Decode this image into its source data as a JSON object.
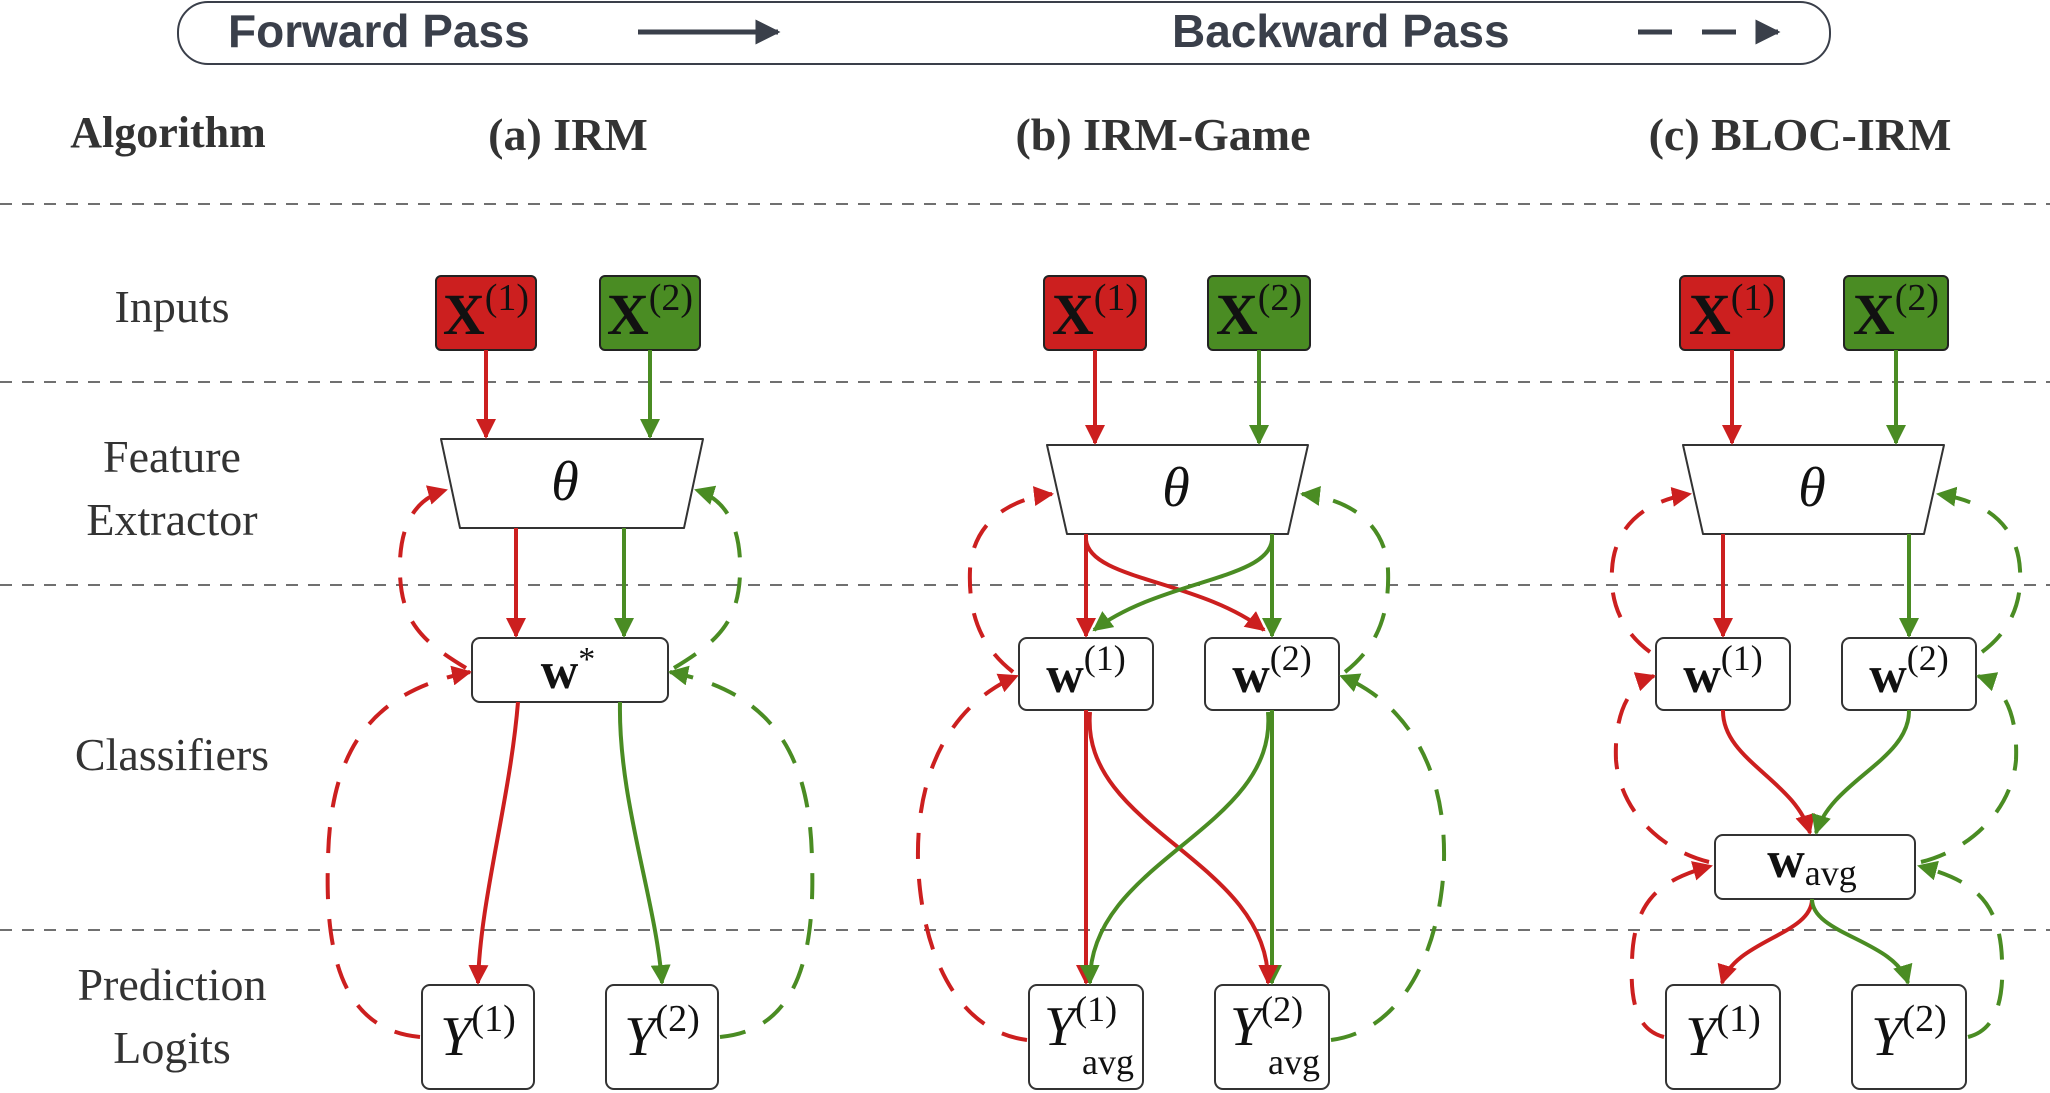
{
  "legend": {
    "forward_label": "Forward Pass",
    "backward_label": "Backward Pass"
  },
  "header": {
    "algorithm_label": "Algorithm",
    "columns": [
      "(a) IRM",
      "(b) IRM-Game",
      "(c) BLOC-IRM"
    ]
  },
  "rows": {
    "inputs": "Inputs",
    "feature_extractor": [
      "Feature",
      "Extractor"
    ],
    "classifiers": "Classifiers",
    "prediction_logits": [
      "Prediction",
      "Logits"
    ]
  },
  "nodes": {
    "x": "X",
    "theta": "θ",
    "w": "w",
    "y": "Y",
    "sup_1": "(1)",
    "sup_2": "(2)",
    "star": "*",
    "avg": "avg"
  },
  "colors": {
    "env1": "#cc1f1f",
    "env2": "#4a8c23",
    "legend_text": "#3a3f4a",
    "dashed_separator": "#707070",
    "box_border": "#333333"
  }
}
